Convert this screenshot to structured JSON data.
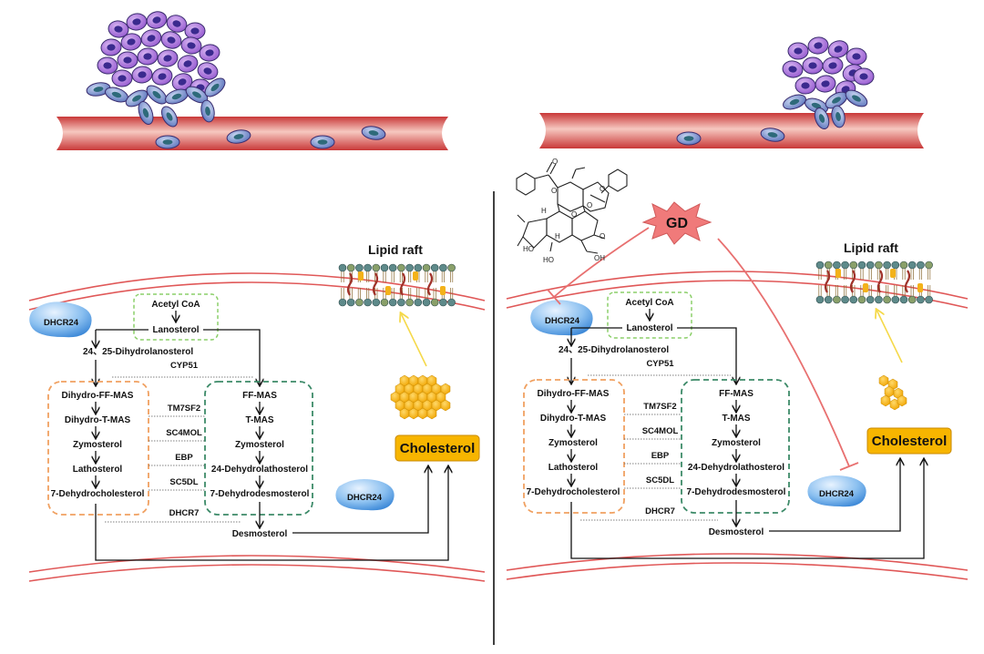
{
  "labels": {
    "lipid_raft": "Lipid raft",
    "cholesterol": "Cholesterol",
    "dhcr24": "DHCR24",
    "gd": "GD",
    "acetyl_coa": "Acetyl CoA",
    "lanosterol": "Lanosterol",
    "desmosterol": "Desmosterol",
    "dihydrolanosterol": "24、25-Dihydrolanosterol"
  },
  "left_branch": [
    "Dihydro-FF-MAS",
    "Dihydro-T-MAS",
    "Zymosterol",
    "Lathosterol",
    "7-Dehydrocholesterol"
  ],
  "right_branch": [
    "FF-MAS",
    "T-MAS",
    "Zymosterol",
    "24-Dehydrolathosterol",
    "7-Dehydrodesmosterol"
  ],
  "enzymes": [
    "CYP51",
    "TM7SF2",
    "SC4MOL",
    "EBP",
    "SC5DL",
    "DHCR7"
  ],
  "molecule_atoms": [
    "O",
    "O",
    "O",
    "O",
    "H",
    "O",
    "H",
    "HO",
    "O",
    "HO",
    "OH"
  ],
  "colors": {
    "vessel": "#e04848",
    "membrane": "#e05858",
    "tumor_cell": "#9e64d4",
    "endothelial_cell": "#6e86c8",
    "dhcr24_blob": "#4f97e0",
    "cholesterol_box": "#f7b500",
    "left_box": "#f0a060",
    "right_box": "#3c8a68",
    "acetyl_box": "#8ccf6a",
    "gd_star": "#f07a7a",
    "inhibit_line": "#e87070",
    "lipid_arrow": "#f5d94a"
  }
}
